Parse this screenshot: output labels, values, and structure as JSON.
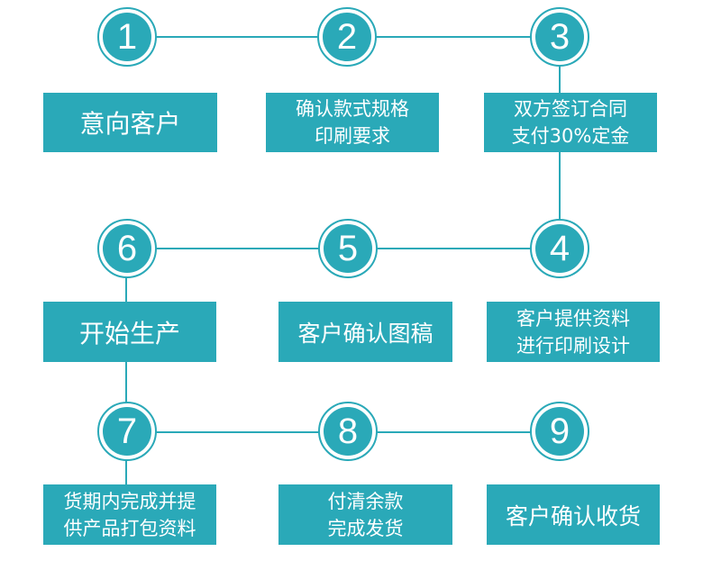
{
  "colors": {
    "accent": "#2aa9b8",
    "background": "#ffffff",
    "text": "#ffffff"
  },
  "steps": [
    {
      "number": "1",
      "lines": [
        "意向客户"
      ]
    },
    {
      "number": "2",
      "lines": [
        "确认款式规格",
        "印刷要求"
      ]
    },
    {
      "number": "3",
      "lines": [
        "双方签订合同",
        "支付30%定金"
      ]
    },
    {
      "number": "4",
      "lines": [
        "客户提供资料",
        "进行印刷设计"
      ]
    },
    {
      "number": "5",
      "lines": [
        "客户确认图稿"
      ]
    },
    {
      "number": "6",
      "lines": [
        "开始生产"
      ]
    },
    {
      "number": "7",
      "lines": [
        "货期内完成并提",
        "供产品打包资料"
      ]
    },
    {
      "number": "8",
      "lines": [
        "付清余款",
        "完成发货"
      ]
    },
    {
      "number": "9",
      "lines": [
        "客户确认收货"
      ]
    }
  ]
}
